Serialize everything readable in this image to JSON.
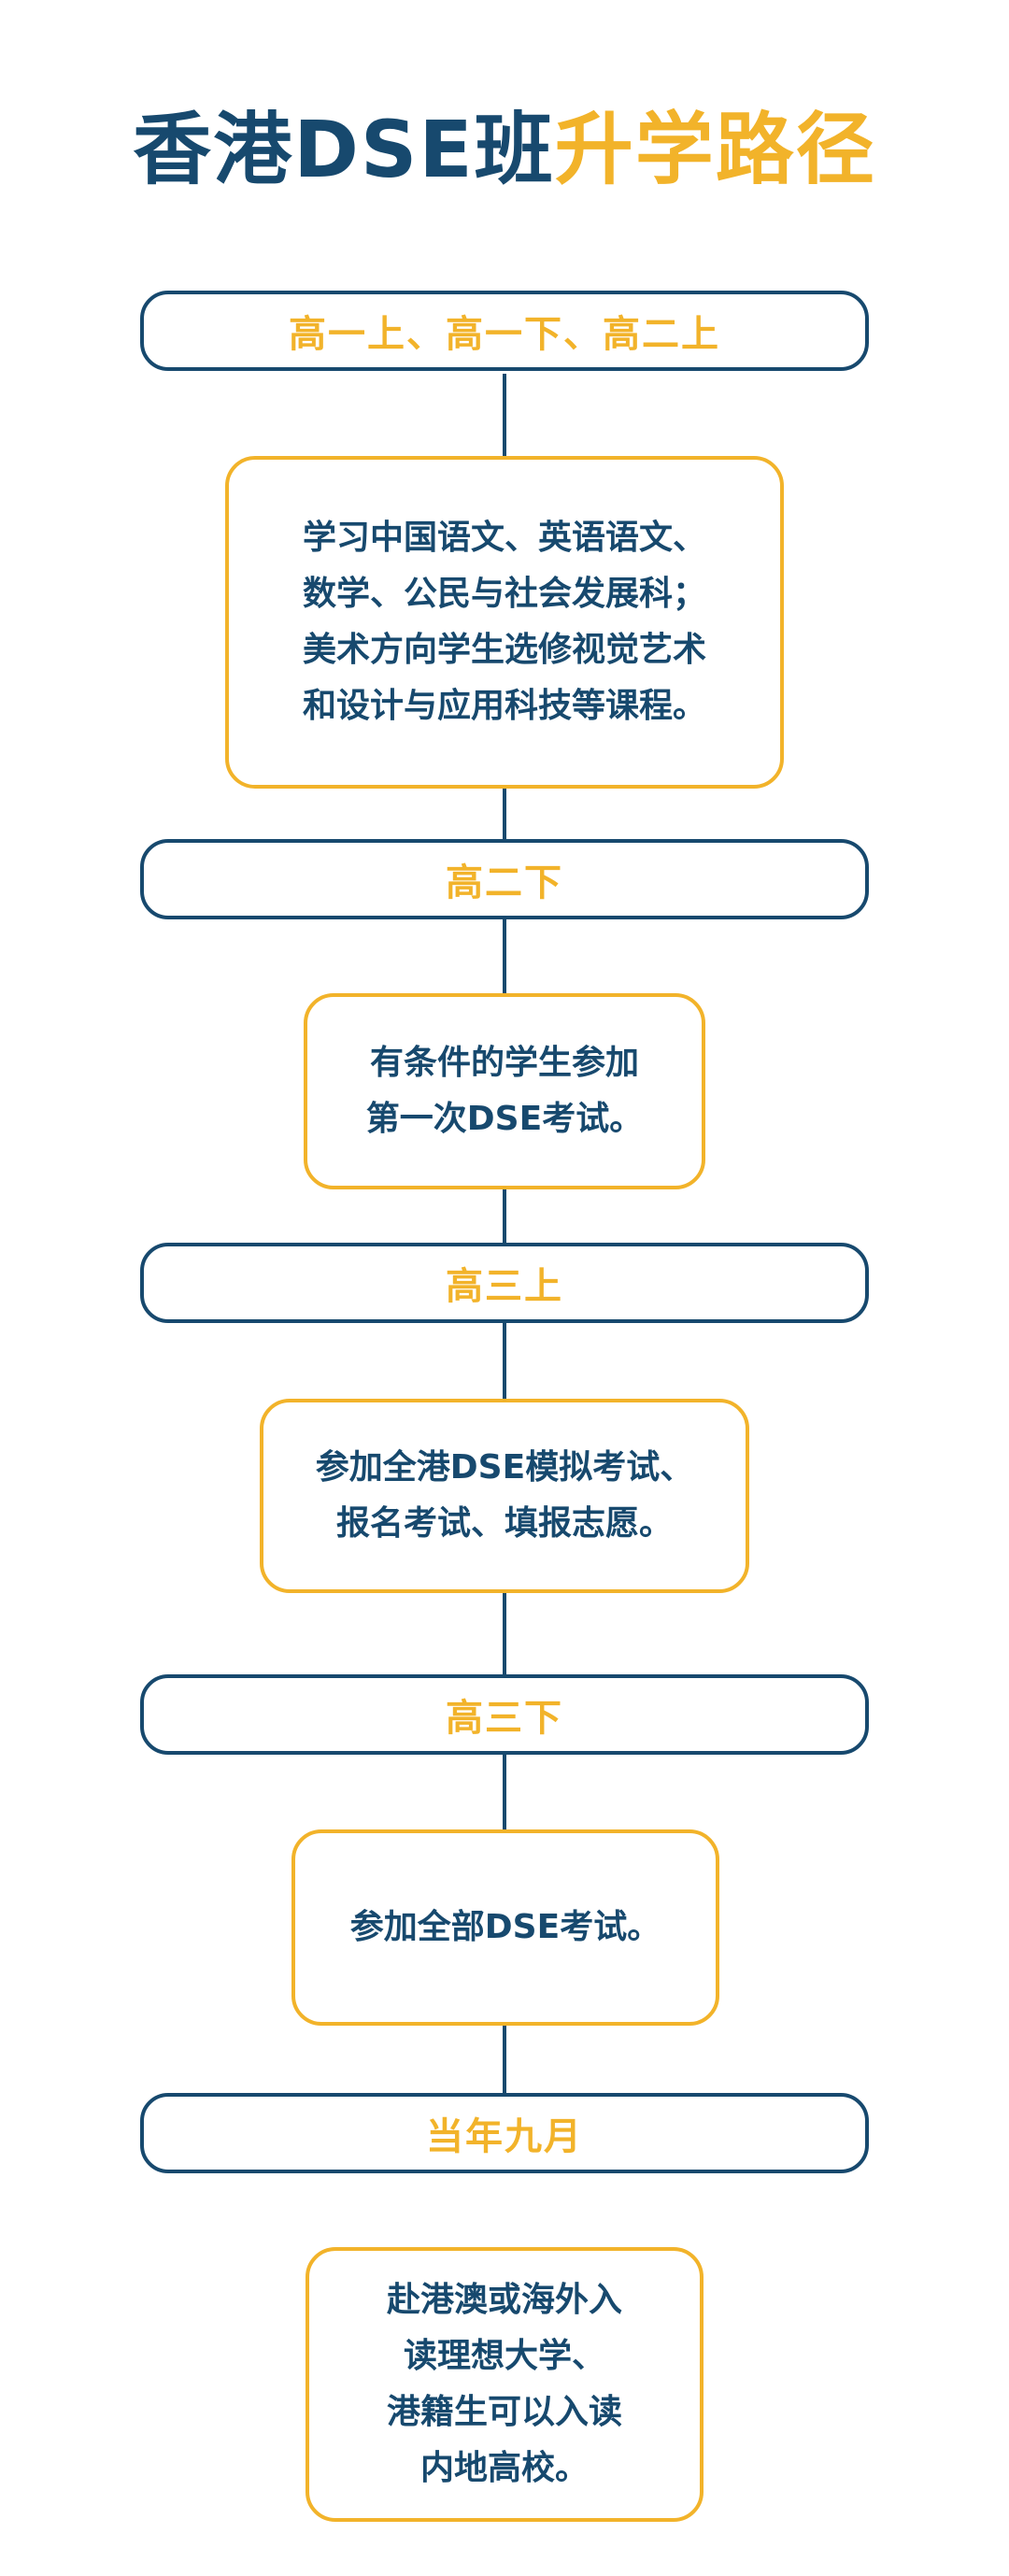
{
  "title": {
    "part1": "香港DSE班",
    "part2": "升学路径"
  },
  "colors": {
    "navy": "#17496e",
    "gold": "#f2b32a",
    "background": "#ffffff"
  },
  "stages": [
    {
      "label": "高一上、高一下、高二上",
      "lines": [
        "学习中国语文、英语语文、",
        "数学、公民与社会发展科；",
        "美术方向学生选修视觉艺术",
        "和设计与应用科技等课程。"
      ]
    },
    {
      "label": "高二下",
      "lines": [
        "有条件的学生参加",
        "第一次DSE考试。"
      ]
    },
    {
      "label": "高三上",
      "lines": [
        "参加全港DSE模拟考试、",
        "报名考试、填报志愿。"
      ]
    },
    {
      "label": "高三下",
      "lines": [
        "参加全部DSE考试。"
      ]
    },
    {
      "label": "当年九月",
      "lines": [
        "赴港澳或海外入",
        "读理想大学、",
        "港籍生可以入读",
        "内地高校。"
      ]
    }
  ]
}
